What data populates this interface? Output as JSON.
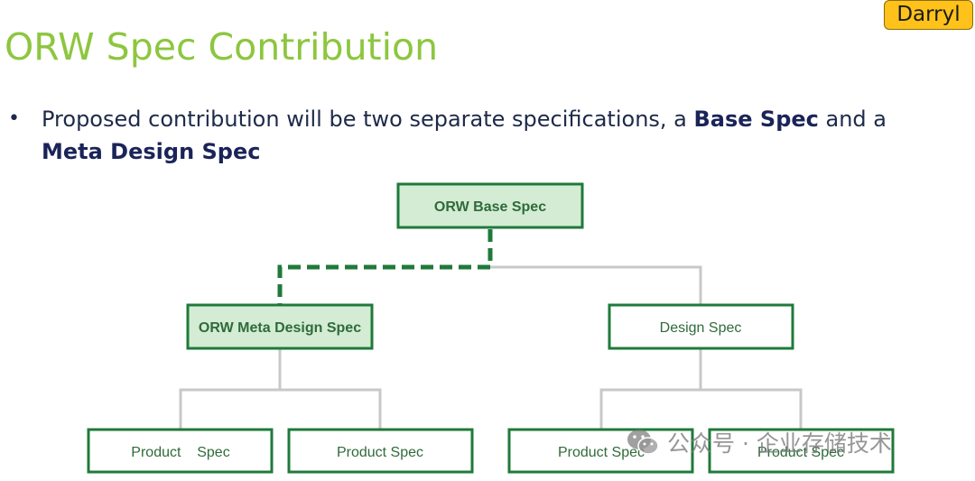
{
  "speaker": "Darryl",
  "title": "ORW Spec Contribution",
  "bullet": {
    "text_before": "Proposed contribution will be two separate specifications, a ",
    "bold_1": "Base Spec",
    "text_middle": " and a ",
    "bold_2": "Meta Design Spec"
  },
  "diagram": {
    "root": "ORW Base Spec",
    "meta_design_spec": "ORW Meta Design Spec",
    "design_spec": "Design Spec",
    "product_specs": [
      "Product    Spec",
      "Product Spec",
      "Product Spec",
      "Product Spec"
    ]
  },
  "watermark": "公众号 · 企业存储技术",
  "colors": {
    "title": "#8dc63f",
    "node_border": "#1f7a3a",
    "highlight_fill": "#d4ecd4",
    "connector": "#c8c8c8",
    "speaker_tag": "#ffc21a"
  }
}
